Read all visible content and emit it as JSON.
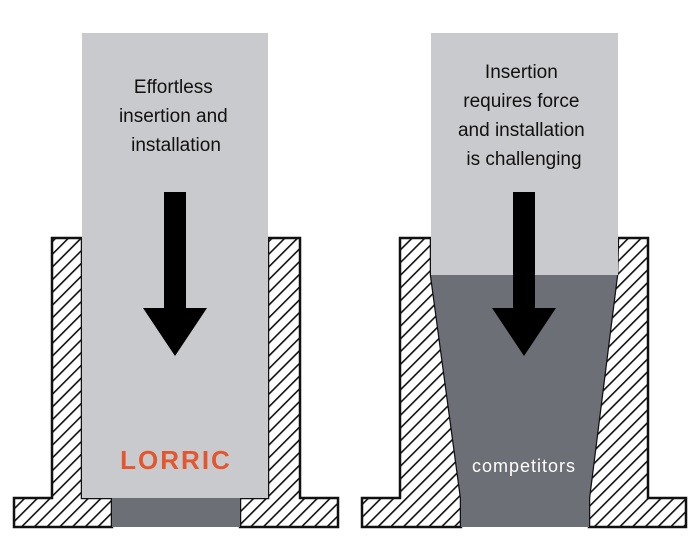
{
  "left_panel": {
    "caption_lines": [
      "Effortless",
      "insertion and",
      "installation"
    ],
    "brand_label": "LORRIC",
    "brand_color": "#E4572E"
  },
  "right_panel": {
    "caption_lines": [
      "Insertion",
      "requires force",
      "and installation",
      "is challenging"
    ],
    "part_label": "competitors"
  },
  "colors": {
    "pin_fill": "#C9CACD",
    "bore_fill": "#6C6F75",
    "hatch_line": "#111111",
    "arrow": "#000000",
    "label_light": "#FFFFFF"
  }
}
